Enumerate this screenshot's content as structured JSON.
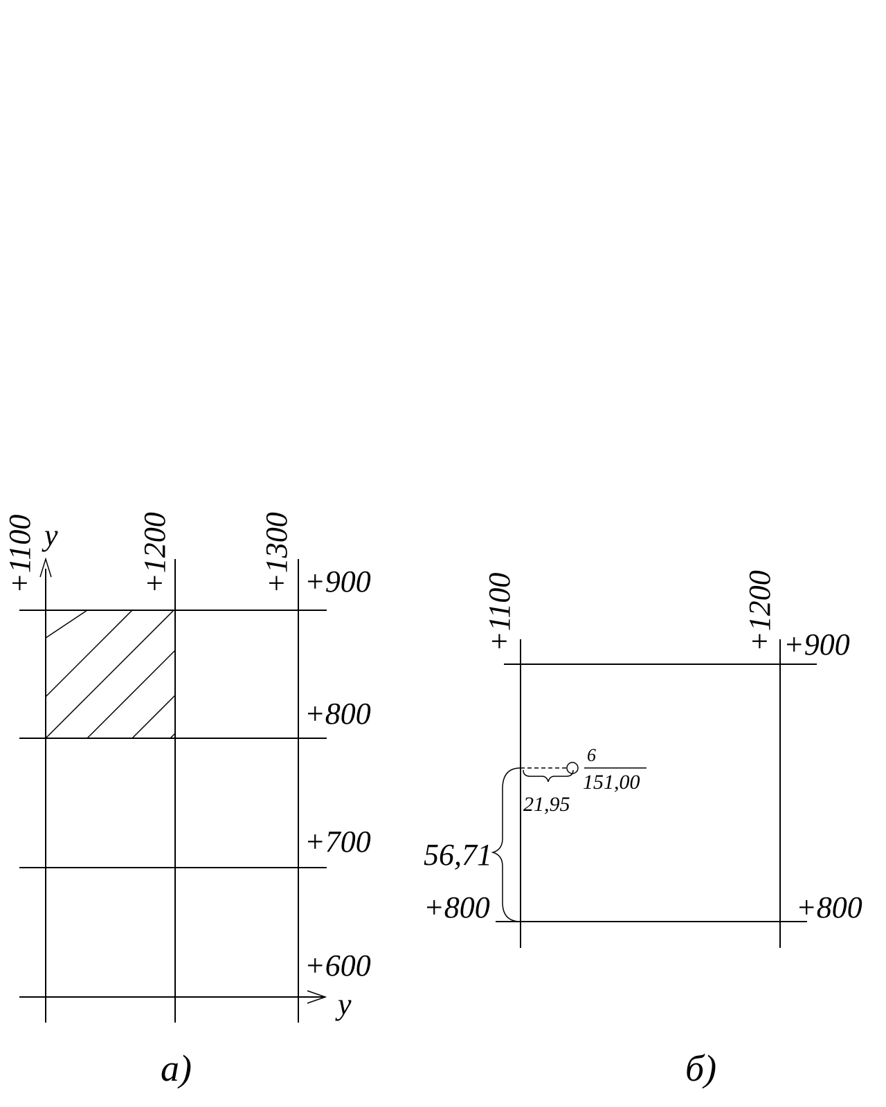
{
  "diagram_a": {
    "caption": "а)",
    "axis_y_top": "y",
    "axis_y_right": "y",
    "col_labels": [
      "+1100",
      "+1200",
      "+1300"
    ],
    "row_labels": [
      "+900",
      "+800",
      "+700",
      "+600"
    ]
  },
  "diagram_b": {
    "caption": "б)",
    "col_labels": [
      "+1100",
      "+1200"
    ],
    "row_top_label": "+900",
    "row_bottom_left_label": "+800",
    "row_bottom_right_label": "+800",
    "vertical_distance": "56,71",
    "horizontal_distance": "21,95",
    "point_number": "6",
    "point_elevation": "151,00"
  }
}
